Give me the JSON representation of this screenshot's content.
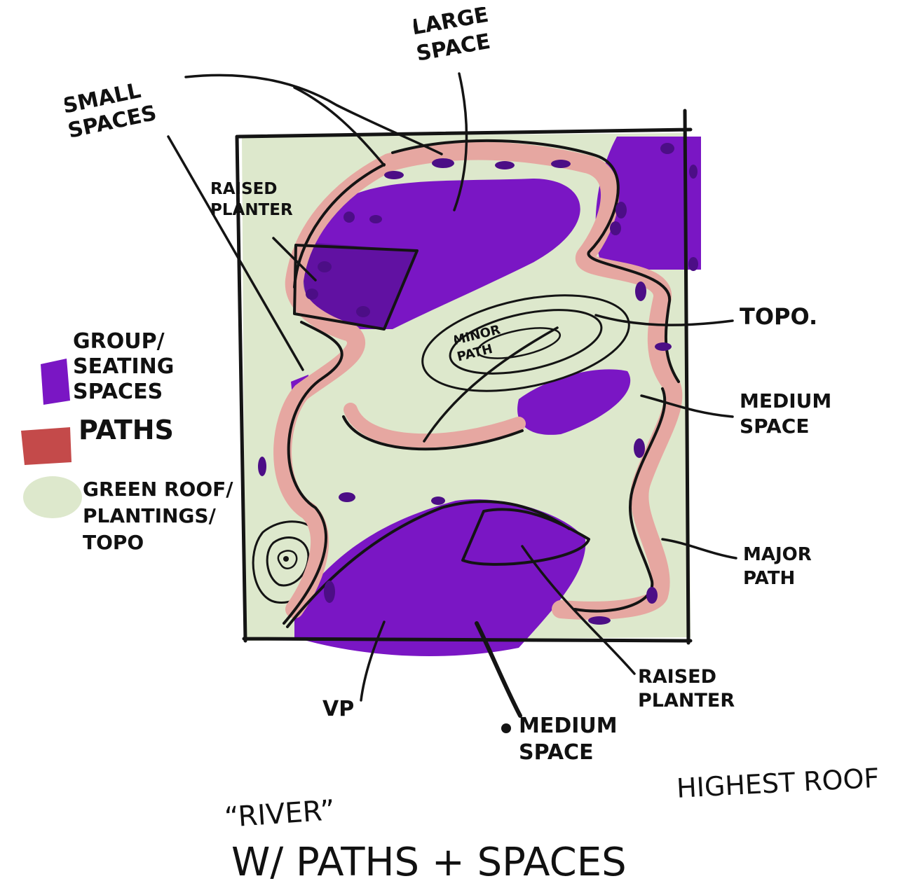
{
  "colors": {
    "seating": "#7a16c4",
    "seating_dark": "#4c0e86",
    "path": "#c44a4a",
    "path_light": "#e6a7a1",
    "green": "#dde8cc",
    "ink": "#141414"
  },
  "legend": {
    "seating": "GROUP/ SEATING SPACES",
    "paths": "PATHS",
    "green": "GREEN ROOF/ PLANTINGS/ TOPO"
  },
  "labels": {
    "small_spaces": "SMALL SPACES",
    "large_space": "LARGE SPACE",
    "raised_planter_top": "RAISED PLANTER",
    "topo": "TOPO.",
    "minor_path": "MINOR PATH",
    "medium_space_right": "MEDIUM SPACE",
    "major_path": "MAJOR PATH",
    "raised_planter_bottom": "RAISED PLANTER",
    "vp": "VP",
    "medium_space_bottom": "MEDIUM SPACE"
  },
  "caption": {
    "highest_roof": "HIGHEST ROOF",
    "river": "“RIVER”",
    "subtitle": "W/ PATHS + SPACES"
  }
}
